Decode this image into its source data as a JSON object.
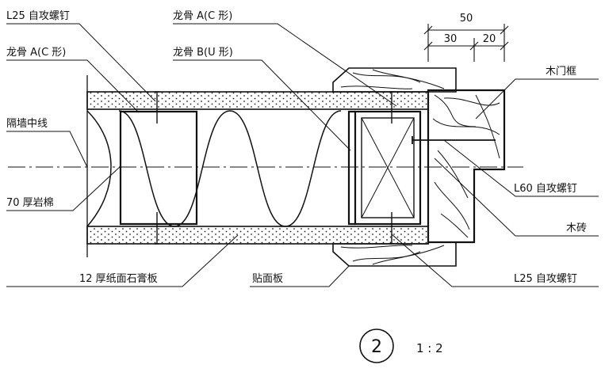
{
  "labels": {
    "screw_l25_top": "L25 自攻螺钉",
    "keel_a_left": "龙骨 A(C 形)",
    "wall_centerline": "隔墙中线",
    "rock_wool": "70 厚岩棉",
    "keel_a_top": "龙骨 A(C 形)",
    "keel_b": "龙骨 B(U 形)",
    "door_frame": "木门框",
    "screw_l60": "L60 自攻螺钉",
    "wood_brick": "木砖",
    "screw_l25_bottom": "L25 自攻螺钉",
    "gypsum_board": "12 厚纸面石膏板",
    "veneer_board": "贴面板"
  },
  "dimensions": {
    "total": "50",
    "part1": "30",
    "part2": "20"
  },
  "detail": {
    "number": "2",
    "scale": "1 : 2"
  },
  "colors": {
    "line": "#111111",
    "background": "#ffffff"
  }
}
